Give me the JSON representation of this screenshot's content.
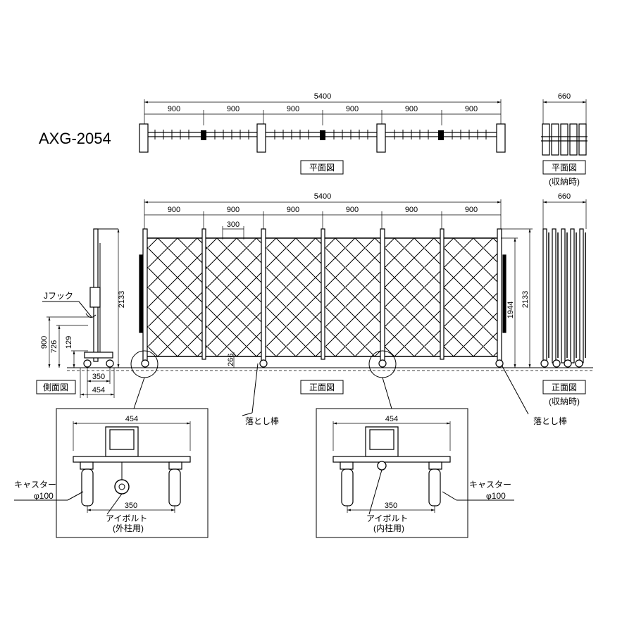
{
  "model": "AXG-2054",
  "dims": {
    "total": "5400",
    "section": "900",
    "storage_width": "660",
    "pitch": "300",
    "height": "2133",
    "height_inner": "1944",
    "side_900": "900",
    "side_726": "726",
    "side_129": "129",
    "side_266": "266",
    "side_350": "350",
    "side_454": "454",
    "detail_454": "454",
    "detail_350": "350"
  },
  "labels": {
    "plan_view": "平面図",
    "plan_view_stored": "平面図",
    "stored_suffix": "(収納時)",
    "front_view": "正面図",
    "front_view_stored": "正面図",
    "stored_suffix2": "(収納時)",
    "side_view": "側面図",
    "j_hook": "Jフック",
    "drop_rod_left": "落とし棒",
    "drop_rod_right": "落とし棒",
    "caster_left": "キャスター",
    "caster_left_size": "φ100",
    "caster_right": "キャスター",
    "caster_right_size": "φ100",
    "eyebolt_left": "アイボルト",
    "eyebolt_left_note": "(外柱用)",
    "eyebolt_right": "アイボルト",
    "eyebolt_right_note": "(内柱用)"
  }
}
